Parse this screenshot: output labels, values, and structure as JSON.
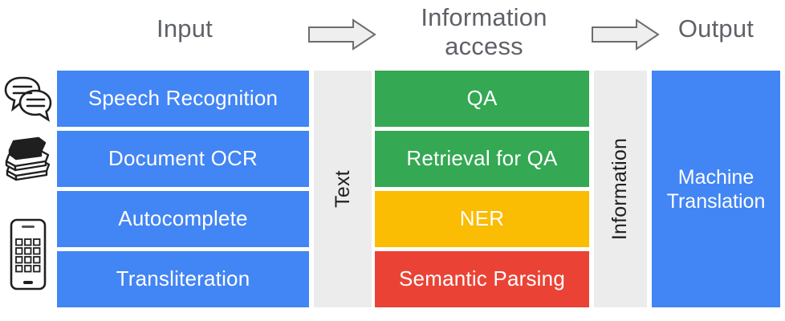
{
  "figure": {
    "title": "NLP pipeline: Input to Information access to Output",
    "background": "#ffffff"
  },
  "colors": {
    "blue": "#4285f4",
    "green": "#34a853",
    "yellow": "#fbbc04",
    "red": "#ea4335",
    "band_gray": "#ececec",
    "header_text": "#5f6368",
    "arrow_fill": "#efefef",
    "arrow_stroke": "#6d6d6d"
  },
  "headers": {
    "input": "Input",
    "information_access": "Information\naccess",
    "output": "Output"
  },
  "arrows": [
    {
      "name": "arrow-input-to-access",
      "glyph": "block-arrow-right"
    },
    {
      "name": "arrow-access-to-output",
      "glyph": "block-arrow-right"
    }
  ],
  "icons": [
    {
      "name": "speech-bubbles-icon",
      "label": "speech bubbles"
    },
    {
      "name": "stacked-books-icon",
      "label": "stacked books"
    },
    {
      "name": "mobile-phone-icon",
      "label": "mobile phone"
    }
  ],
  "input_column": {
    "items": [
      {
        "label": "Speech Recognition",
        "color": "#4285f4"
      },
      {
        "label": "Document OCR",
        "color": "#4285f4"
      },
      {
        "label": "Autocomplete",
        "color": "#4285f4"
      },
      {
        "label": "Transliteration",
        "color": "#4285f4"
      }
    ]
  },
  "bands": {
    "text": "Text",
    "information": "Information"
  },
  "access_column": {
    "items": [
      {
        "label": "QA",
        "color": "#34a853"
      },
      {
        "label": "Retrieval for QA",
        "color": "#34a853"
      },
      {
        "label": "NER",
        "color": "#fbbc04"
      },
      {
        "label": "Semantic Parsing",
        "color": "#ea4335"
      }
    ]
  },
  "output_column": {
    "label": "Machine\nTranslation",
    "color": "#4285f4"
  }
}
